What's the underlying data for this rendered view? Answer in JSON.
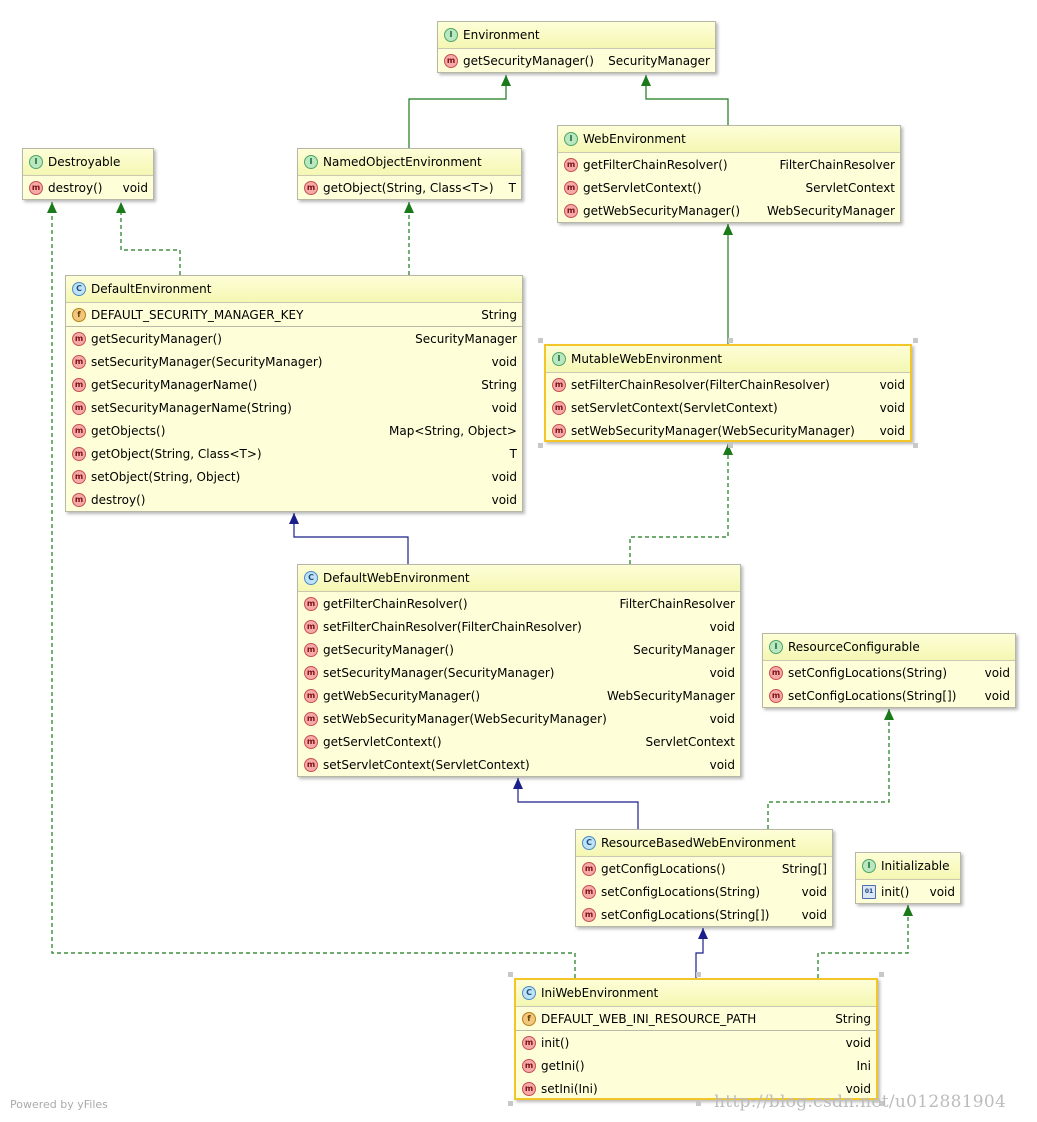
{
  "diagram": {
    "nodes": {
      "environment": {
        "kind": "I",
        "name": "Environment",
        "members": [
          {
            "icon": "m",
            "name": "getSecurityManager()",
            "type": "SecurityManager"
          }
        ]
      },
      "destroyable": {
        "kind": "I",
        "name": "Destroyable",
        "members": [
          {
            "icon": "m",
            "name": "destroy()",
            "type": "void"
          }
        ]
      },
      "named_object_environment": {
        "kind": "I",
        "name": "NamedObjectEnvironment",
        "members": [
          {
            "icon": "m",
            "name": "getObject(String, Class<T>)",
            "type": "T"
          }
        ]
      },
      "web_environment": {
        "kind": "I",
        "name": "WebEnvironment",
        "members": [
          {
            "icon": "m",
            "name": "getFilterChainResolver()",
            "type": "FilterChainResolver"
          },
          {
            "icon": "m",
            "name": "getServletContext()",
            "type": "ServletContext"
          },
          {
            "icon": "m",
            "name": "getWebSecurityManager()",
            "type": "WebSecurityManager"
          }
        ]
      },
      "default_environment": {
        "kind": "C",
        "name": "DefaultEnvironment",
        "fields": [
          {
            "icon": "f",
            "name": "DEFAULT_SECURITY_MANAGER_KEY",
            "type": "String"
          }
        ],
        "members": [
          {
            "icon": "m",
            "name": "getSecurityManager()",
            "type": "SecurityManager"
          },
          {
            "icon": "m",
            "name": "setSecurityManager(SecurityManager)",
            "type": "void"
          },
          {
            "icon": "m",
            "name": "getSecurityManagerName()",
            "type": "String"
          },
          {
            "icon": "m",
            "name": "setSecurityManagerName(String)",
            "type": "void"
          },
          {
            "icon": "m",
            "name": "getObjects()",
            "type": "Map<String, Object>"
          },
          {
            "icon": "m",
            "name": "getObject(String, Class<T>)",
            "type": "T"
          },
          {
            "icon": "m",
            "name": "setObject(String, Object)",
            "type": "void"
          },
          {
            "icon": "m",
            "name": "destroy()",
            "type": "void"
          }
        ]
      },
      "mutable_web_environment": {
        "kind": "I",
        "name": "MutableWebEnvironment",
        "members": [
          {
            "icon": "m",
            "name": "setFilterChainResolver(FilterChainResolver)",
            "type": "void"
          },
          {
            "icon": "m",
            "name": "setServletContext(ServletContext)",
            "type": "void"
          },
          {
            "icon": "m",
            "name": "setWebSecurityManager(WebSecurityManager)",
            "type": "void"
          }
        ]
      },
      "default_web_environment": {
        "kind": "C",
        "name": "DefaultWebEnvironment",
        "members": [
          {
            "icon": "m",
            "name": "getFilterChainResolver()",
            "type": "FilterChainResolver"
          },
          {
            "icon": "m",
            "name": "setFilterChainResolver(FilterChainResolver)",
            "type": "void"
          },
          {
            "icon": "m",
            "name": "getSecurityManager()",
            "type": "SecurityManager"
          },
          {
            "icon": "m",
            "name": "setSecurityManager(SecurityManager)",
            "type": "void"
          },
          {
            "icon": "m",
            "name": "getWebSecurityManager()",
            "type": "WebSecurityManager"
          },
          {
            "icon": "m",
            "name": "setWebSecurityManager(WebSecurityManager)",
            "type": "void"
          },
          {
            "icon": "m",
            "name": "getServletContext()",
            "type": "ServletContext"
          },
          {
            "icon": "m",
            "name": "setServletContext(ServletContext)",
            "type": "void"
          }
        ]
      },
      "resource_configurable": {
        "kind": "I",
        "name": "ResourceConfigurable",
        "members": [
          {
            "icon": "m",
            "name": "setConfigLocations(String)",
            "type": "void"
          },
          {
            "icon": "m",
            "name": "setConfigLocations(String[])",
            "type": "void"
          }
        ]
      },
      "resource_based_web_environment": {
        "kind": "C",
        "name": "ResourceBasedWebEnvironment",
        "members": [
          {
            "icon": "m",
            "name": "getConfigLocations()",
            "type": "String[]"
          },
          {
            "icon": "m",
            "name": "setConfigLocations(String)",
            "type": "void"
          },
          {
            "icon": "m",
            "name": "setConfigLocations(String[])",
            "type": "void"
          }
        ]
      },
      "initializable": {
        "kind": "I",
        "name": "Initializable",
        "members": [
          {
            "icon": "b",
            "name": "init()",
            "type": "void"
          }
        ]
      },
      "ini_web_environment": {
        "kind": "C",
        "name": "IniWebEnvironment",
        "fields": [
          {
            "icon": "f",
            "name": "DEFAULT_WEB_INI_RESOURCE_PATH",
            "type": "String"
          }
        ],
        "members": [
          {
            "icon": "m",
            "name": "init()",
            "type": "void"
          },
          {
            "icon": "m",
            "name": "getIni()",
            "type": "Ini"
          },
          {
            "icon": "m",
            "name": "setIni(Ini)",
            "type": "void"
          }
        ]
      }
    },
    "edges": [
      {
        "from": "named_object_environment",
        "to": "environment",
        "kind": "extends-interface"
      },
      {
        "from": "web_environment",
        "to": "environment",
        "kind": "extends-interface"
      },
      {
        "from": "default_environment",
        "to": "destroyable",
        "kind": "implements"
      },
      {
        "from": "default_environment",
        "to": "named_object_environment",
        "kind": "implements"
      },
      {
        "from": "mutable_web_environment",
        "to": "web_environment",
        "kind": "extends-interface"
      },
      {
        "from": "default_web_environment",
        "to": "default_environment",
        "kind": "extends-class"
      },
      {
        "from": "default_web_environment",
        "to": "mutable_web_environment",
        "kind": "implements"
      },
      {
        "from": "resource_based_web_environment",
        "to": "default_web_environment",
        "kind": "extends-class"
      },
      {
        "from": "resource_based_web_environment",
        "to": "resource_configurable",
        "kind": "implements"
      },
      {
        "from": "ini_web_environment",
        "to": "resource_based_web_environment",
        "kind": "extends-class"
      },
      {
        "from": "ini_web_environment",
        "to": "initializable",
        "kind": "implements"
      },
      {
        "from": "ini_web_environment",
        "to": "destroyable",
        "kind": "implements"
      }
    ],
    "colors": {
      "interface_edge": "#1a7a1a",
      "class_edge": "#1b1f8a",
      "node_fill": "#fefed8",
      "selected_border": "#f2c628"
    }
  },
  "footer": {
    "powered_by": "Powered by yFiles",
    "watermark": "http://blog.csdn.net/u012881904"
  }
}
